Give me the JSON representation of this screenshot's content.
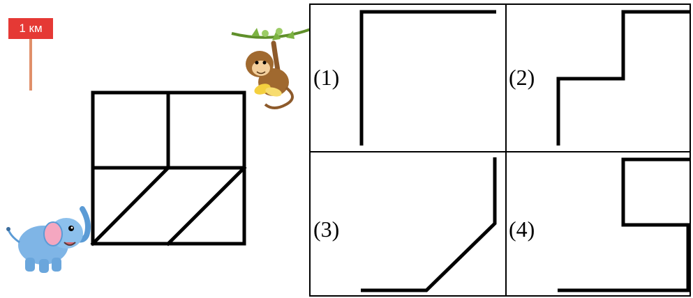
{
  "sign": {
    "label": "1 км",
    "color": "#e53935"
  },
  "options": [
    {
      "label": "(1)"
    },
    {
      "label": "(2)"
    },
    {
      "label": "(3)"
    },
    {
      "label": "(4)"
    }
  ],
  "figures": {
    "elephant": "elephant-illustration",
    "monkey": "monkey-on-vine-illustration"
  }
}
